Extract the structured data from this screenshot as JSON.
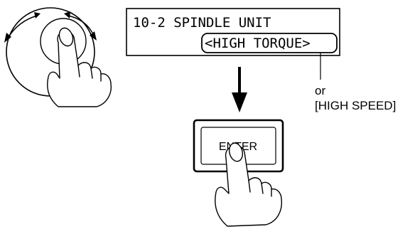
{
  "display": {
    "line1": "10-2 SPINDLE UNIT",
    "line2": "<HIGH TORQUE>"
  },
  "callout": {
    "or_text": "or",
    "alternative": "[HIGH SPEED]"
  },
  "button": {
    "label": "ENTER"
  },
  "colors": {
    "ink": "#000000",
    "background": "#ffffff"
  }
}
